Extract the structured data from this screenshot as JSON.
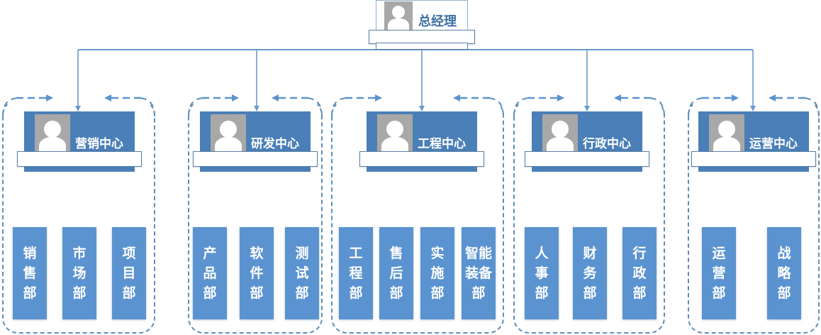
{
  "title": "组织架构图",
  "colors": {
    "card_band": "#4a7fb8",
    "dept_fill": "#5b93d0",
    "connector": "#6a9ac9",
    "dashed_border": "#5f8fb8",
    "photo_placeholder": "#a8a8a8",
    "top_name_text": "#3f6fa3"
  },
  "root": {
    "name": "总经理",
    "icon": "person-avatar-icon"
  },
  "centers": [
    {
      "name": "营销中心",
      "icon": "person-avatar-icon",
      "departments": [
        {
          "label": "销售部",
          "lines": [
            "销",
            "售",
            "部"
          ]
        },
        {
          "label": "市场部",
          "lines": [
            "市",
            "场",
            "部"
          ]
        },
        {
          "label": "项目部",
          "lines": [
            "项",
            "目",
            "部"
          ]
        }
      ]
    },
    {
      "name": "研发中心",
      "icon": "person-avatar-icon",
      "departments": [
        {
          "label": "产品部",
          "lines": [
            "产",
            "品",
            "部"
          ]
        },
        {
          "label": "软件部",
          "lines": [
            "软",
            "件",
            "部"
          ]
        },
        {
          "label": "测试部",
          "lines": [
            "测",
            "试",
            "部"
          ]
        }
      ]
    },
    {
      "name": "工程中心",
      "icon": "person-avatar-icon",
      "departments": [
        {
          "label": "工程部",
          "lines": [
            "工",
            "程",
            "部"
          ]
        },
        {
          "label": "售后部",
          "lines": [
            "售",
            "后",
            "部"
          ]
        },
        {
          "label": "实施部",
          "lines": [
            "实",
            "施",
            "部"
          ]
        },
        {
          "label": "智能装备部",
          "lines": [
            "智能",
            "装备",
            "部"
          ]
        }
      ]
    },
    {
      "name": "行政中心",
      "icon": "person-avatar-icon",
      "departments": [
        {
          "label": "人事部",
          "lines": [
            "人",
            "事",
            "部"
          ]
        },
        {
          "label": "财务部",
          "lines": [
            "财",
            "务",
            "部"
          ]
        },
        {
          "label": "行政部",
          "lines": [
            "行",
            "政",
            "部"
          ]
        }
      ]
    },
    {
      "name": "运营中心",
      "icon": "person-avatar-icon",
      "departments": [
        {
          "label": "运营部",
          "lines": [
            "运",
            "营",
            "部"
          ]
        },
        {
          "label": "战略部",
          "lines": [
            "战",
            "略",
            "部"
          ]
        }
      ]
    }
  ]
}
